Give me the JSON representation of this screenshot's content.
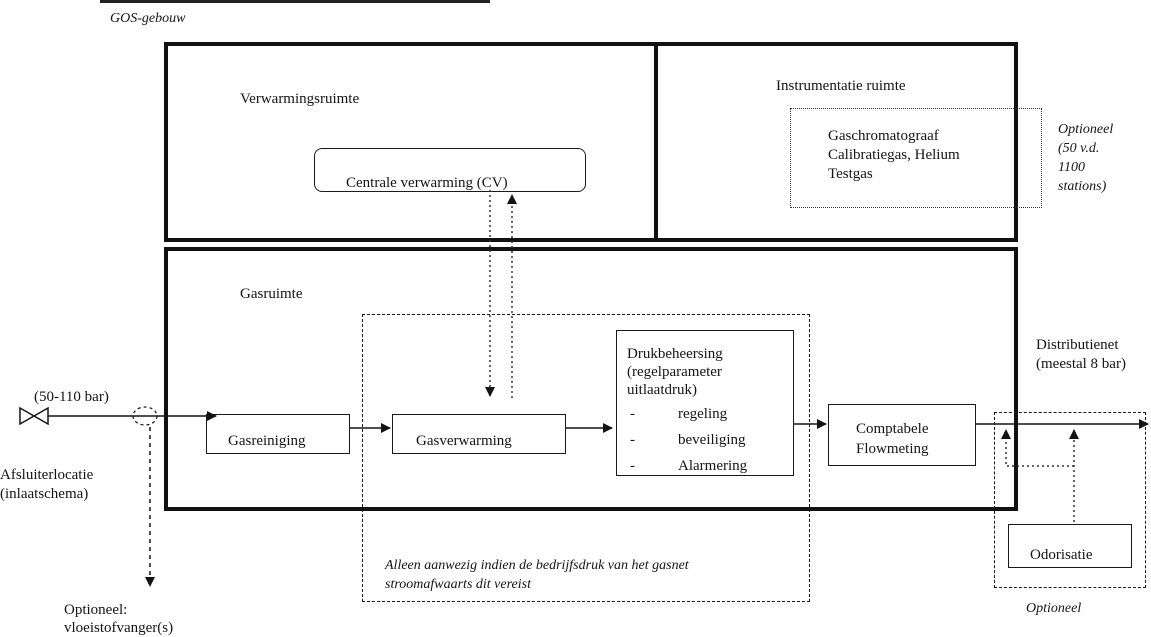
{
  "header": {
    "building_label": "GOS-gebouw"
  },
  "rooms": {
    "heating_room": "Verwarmingsruimte",
    "instrument_room": "Instrumentatie ruimte",
    "gas_room": "Gasruimte"
  },
  "boxes": {
    "central_heating": "Centrale verwarming (CV)",
    "gc_lines": [
      "Gaschromatograaf",
      "Calibratiegas, Helium",
      "Testgas"
    ],
    "gas_cleaning": "Gasreiniging",
    "gas_heating": "Gasverwarming",
    "pressure_lines": [
      "Drukbeheersing",
      "(regelparameter",
      "uitlaatdruk)"
    ],
    "pressure_items": [
      "regeling",
      "beveiliging",
      "Alarmering"
    ],
    "metering_lines": [
      "Comptabele",
      "Flowmeting"
    ],
    "odorisation": "Odorisatie"
  },
  "annotations": {
    "optional_gc_lines": [
      "Optioneel",
      "(50 v.d.",
      "1100",
      "stations)"
    ],
    "inlet_pressure": "(50-110 bar)",
    "valve_location_lines": [
      "Afsluiterlocatie",
      "(inlaatschema)"
    ],
    "optional_catcher_lines": [
      "Optioneel:",
      "vloeistofvanger(s)"
    ],
    "distribution_lines": [
      "Distributienet",
      "(meestal 8 bar)"
    ],
    "conditional_lines": [
      "Alleen aanwezig indien de bedrijfsdruk van het gasnet",
      "stroomafwaarts dit vereist"
    ],
    "optional_odor": "Optioneel"
  },
  "colors": {
    "ink": "#141414",
    "background": "#ffffff"
  }
}
